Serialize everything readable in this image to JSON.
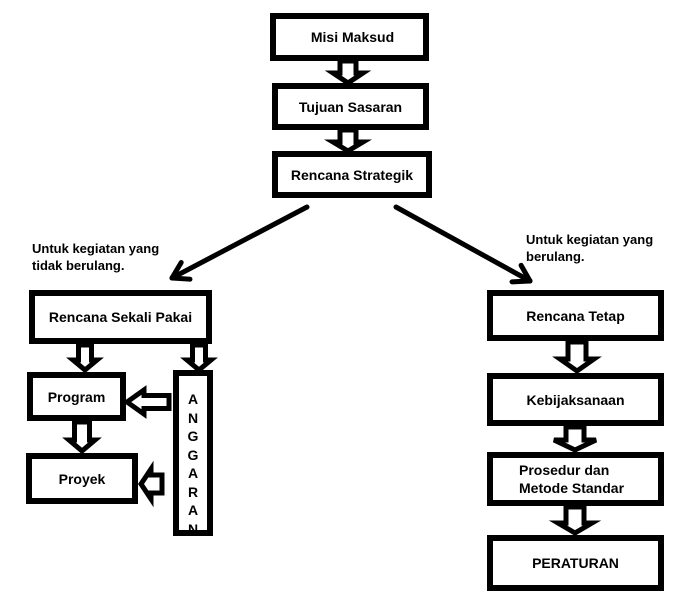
{
  "diagram": {
    "top_chain": [
      {
        "id": "misi",
        "label": "Misi Maksud"
      },
      {
        "id": "tujuan",
        "label": "Tujuan Sasaran"
      },
      {
        "id": "strategik",
        "label": "Rencana Strategik"
      }
    ],
    "left_branch": {
      "note": "Untuk kegiatan yang\ntidak berulang.",
      "root": {
        "id": "sekali",
        "label": "Rencana Sekali Pakai"
      },
      "program": {
        "id": "program",
        "label": "Program"
      },
      "proyek": {
        "id": "proyek",
        "label": "Proyek"
      },
      "anggaran": {
        "id": "anggaran",
        "label": "ANGGARAN",
        "letters": [
          "A",
          "N",
          "G",
          "G",
          "A",
          "R",
          "A",
          "N"
        ]
      }
    },
    "right_branch": {
      "note": "Untuk kegiatan yang\nberulang.",
      "items": [
        {
          "id": "tetap",
          "label": "Rencana Tetap"
        },
        {
          "id": "kebijaksanaan",
          "label": "Kebijaksanaan"
        },
        {
          "id": "prosedur",
          "label": "Prosedur dan\nMetode Standar"
        },
        {
          "id": "peraturan",
          "label": "PERATURAN"
        }
      ]
    },
    "colors": {
      "stroke": "#000000",
      "fill": "#ffffff",
      "text": "#000000"
    }
  }
}
